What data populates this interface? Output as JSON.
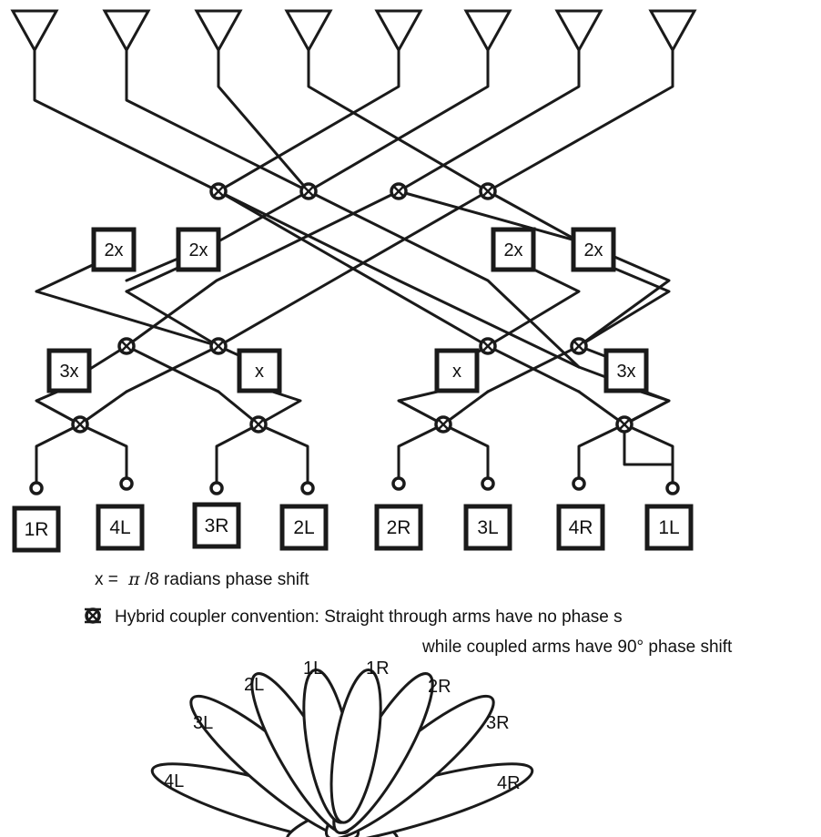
{
  "antennas": [
    "",
    "",
    "",
    "",
    "",
    "",
    "",
    ""
  ],
  "shifters": {
    "row1": [
      "2x",
      "2x",
      "2x",
      "2x"
    ],
    "row2": [
      "3x",
      "x",
      "x",
      "3x"
    ]
  },
  "ports": [
    "1R",
    "4L",
    "3R",
    "2L",
    "2R",
    "3L",
    "4R",
    "1L"
  ],
  "legend": {
    "x_definition_prefix": "x =",
    "x_definition_symbol": "π",
    "x_definition_rest": "/8 radians phase shift",
    "coupler_line1": "Hybrid coupler convention: Straight through arms have no phase s",
    "coupler_line2": "while coupled arms have 90° phase shift"
  },
  "beams": [
    "4L",
    "3L",
    "2L",
    "1L",
    "1R",
    "2R",
    "3R",
    "4R"
  ],
  "icons": {
    "antenna": "antenna-icon",
    "coupler": "hybrid-coupler-icon",
    "port": "port-terminal-icon"
  }
}
